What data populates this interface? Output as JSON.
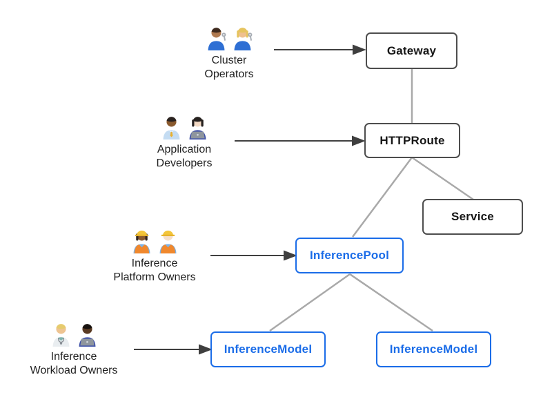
{
  "diagram": {
    "background": "#ffffff",
    "colors": {
      "standard_box_border": "#4d4d4d",
      "standard_box_text": "#161616",
      "inference_accent": "#1a6ce8",
      "connector_line": "#a9a9a9",
      "arrow": "#3f3f3f"
    },
    "personas": {
      "cluster_operators": {
        "label_lines": [
          "Cluster",
          "Operators"
        ],
        "icons": [
          {
            "name": "man-mechanic-icon",
            "emoji": "👨🏽‍🔧"
          },
          {
            "name": "woman-mechanic-icon",
            "emoji": "👩🏼‍🔧"
          }
        ],
        "points_to": "Gateway"
      },
      "application_developers": {
        "label_lines": [
          "Application",
          "Developers"
        ],
        "icons": [
          {
            "name": "man-office-worker-icon",
            "emoji": "👨🏾‍💼"
          },
          {
            "name": "woman-technologist-icon",
            "emoji": "👩🏻‍💻"
          }
        ],
        "points_to": "HTTPRoute"
      },
      "inference_platform_owners": {
        "label_lines": [
          "Inference",
          "Platform Owners"
        ],
        "icons": [
          {
            "name": "woman-construction-worker-icon",
            "emoji": "👷🏾‍♀️"
          },
          {
            "name": "man-construction-worker-icon",
            "emoji": "👷🏻"
          }
        ],
        "points_to": "InferencePool"
      },
      "inference_workload_owners": {
        "label_lines": [
          "Inference",
          "Workload Owners"
        ],
        "icons": [
          {
            "name": "health-worker-icon",
            "emoji": "🧑🏼‍⚕️"
          },
          {
            "name": "man-technologist-icon",
            "emoji": "👨🏿‍💻"
          }
        ],
        "points_to": "InferenceModel"
      }
    },
    "resources": {
      "gateway": {
        "label": "Gateway",
        "style": "standard"
      },
      "httproute": {
        "label": "HTTPRoute",
        "style": "standard"
      },
      "service": {
        "label": "Service",
        "style": "standard"
      },
      "inference_pool": {
        "label": "InferencePool",
        "style": "inference"
      },
      "inference_model_left": {
        "label": "InferenceModel",
        "style": "inference"
      },
      "inference_model_right": {
        "label": "InferenceModel",
        "style": "inference"
      }
    },
    "edges": [
      {
        "from": "gateway",
        "to": "httproute",
        "type": "line"
      },
      {
        "from": "httproute",
        "to": "service",
        "type": "line"
      },
      {
        "from": "httproute",
        "to": "inference_pool",
        "type": "line"
      },
      {
        "from": "inference_pool",
        "to": "inference_model_left",
        "type": "line"
      },
      {
        "from": "inference_pool",
        "to": "inference_model_right",
        "type": "line"
      },
      {
        "from": "cluster_operators",
        "to": "gateway",
        "type": "arrow"
      },
      {
        "from": "application_developers",
        "to": "httproute",
        "type": "arrow"
      },
      {
        "from": "inference_platform_owners",
        "to": "inference_pool",
        "type": "arrow"
      },
      {
        "from": "inference_workload_owners",
        "to": "inference_model_left",
        "type": "arrow"
      }
    ]
  }
}
